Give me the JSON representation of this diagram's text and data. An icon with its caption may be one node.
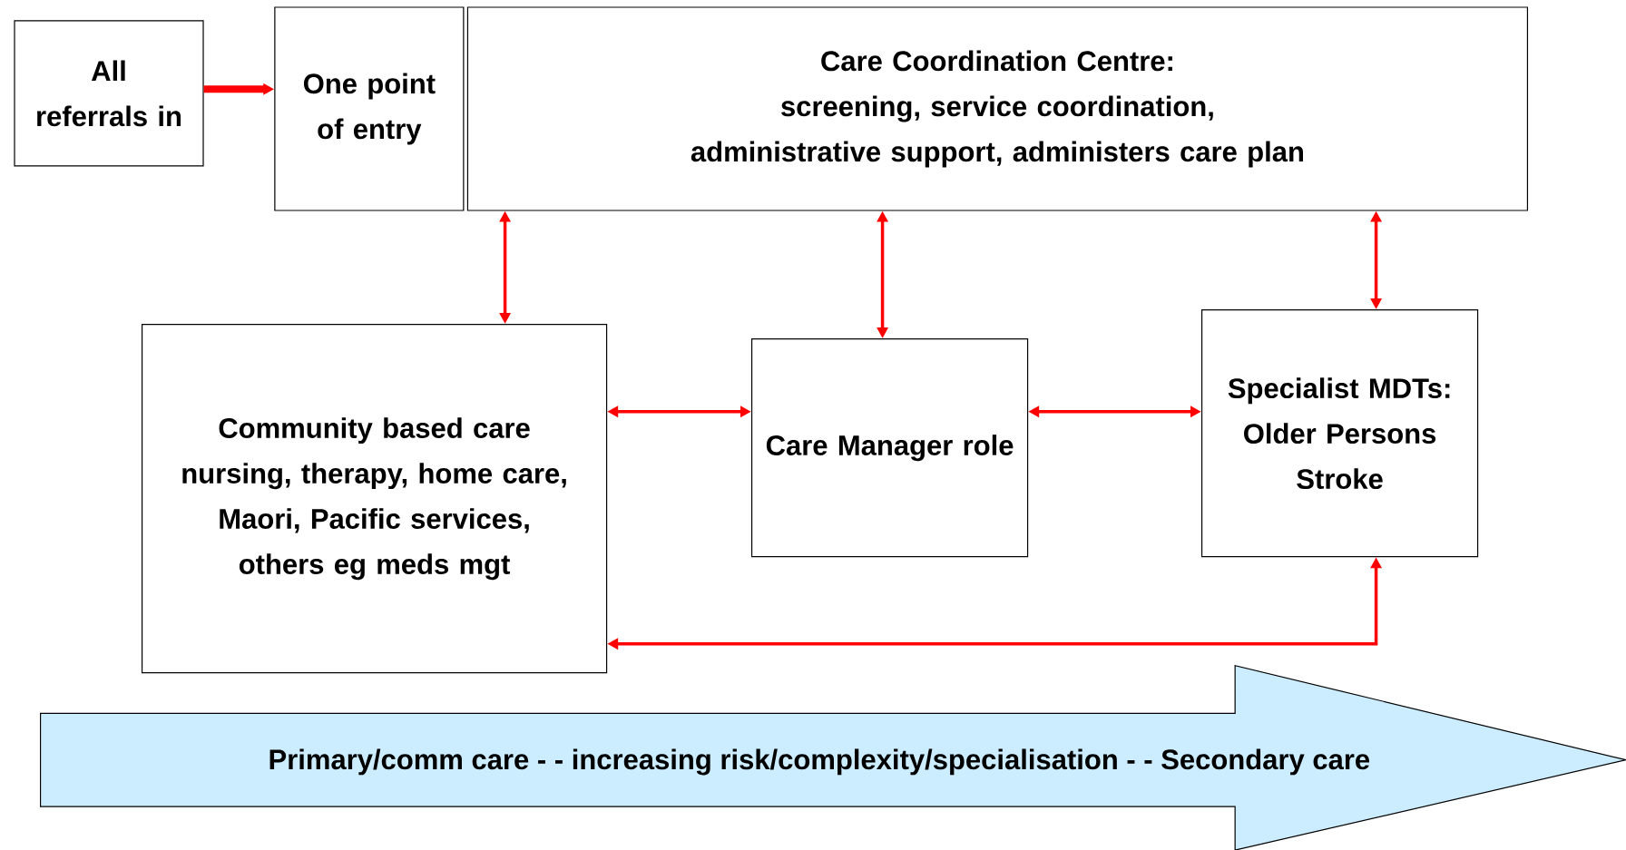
{
  "diagram": {
    "nodes": [
      {
        "text": [
          "All referrals in"
        ]
      },
      {
        "text": [
          "One point of entry"
        ]
      },
      {
        "text": [
          "Care Coordination Centre:",
          "screening, service coordination, administrative support, administers care plan"
        ]
      },
      {
        "text": [
          "Community based care",
          "nursing, therapy, home care, Maori, Pacific services, others eg meds mgt"
        ]
      },
      {
        "text": [
          "Care Manager role"
        ]
      },
      {
        "text": [
          "Specialist MDTs:",
          "Older Persons Stroke"
        ]
      },
      {
        "text": [
          "Primary/comm care - - increasing risk/complexity/specialisation - - Secondary care"
        ]
      }
    ],
    "edges": [
      {
        "from": 0,
        "to": 1,
        "arrow": "to",
        "style": "thick"
      },
      {
        "from": 2,
        "to": 3,
        "arrow": "both"
      },
      {
        "from": 2,
        "to": 4,
        "arrow": "both"
      },
      {
        "from": 2,
        "to": 5,
        "arrow": "both"
      },
      {
        "from": 3,
        "to": 4,
        "arrow": "both"
      },
      {
        "from": 4,
        "to": 5,
        "arrow": "both"
      },
      {
        "from": 3,
        "to": 5,
        "arrow": "both"
      }
    ]
  }
}
